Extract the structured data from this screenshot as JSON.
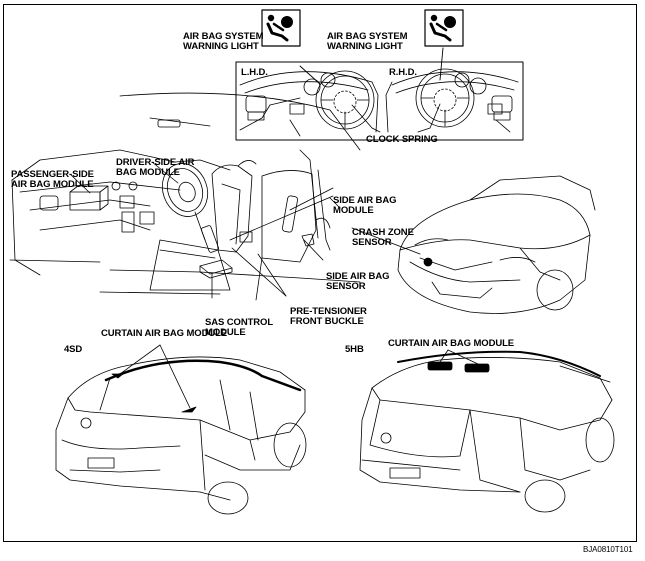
{
  "labels": {
    "warning_light_lhd_1": "AIR BAG SYSTEM",
    "warning_light_lhd_2": "WARNING LIGHT",
    "warning_light_rhd_1": "AIR BAG SYSTEM",
    "warning_light_rhd_2": "WARNING LIGHT",
    "lhd": "L.H.D.",
    "rhd": "R.H.D.",
    "clock_spring": "CLOCK SPRING",
    "passenger_1": "PASSENGER-SIDE",
    "passenger_2": "AIR BAG MODULE",
    "driver_1": "DRIVER-SIDE AIR",
    "driver_2": "BAG MODULE",
    "side_module_1": "SIDE AIR BAG",
    "side_module_2": "MODULE",
    "crash_1": "CRASH ZONE",
    "crash_2": "SENSOR",
    "side_sensor_1": "SIDE AIR BAG",
    "side_sensor_2": "SENSOR",
    "pretensioner_1": "PRE-TENSIONER",
    "pretensioner_2": "FRONT BUCKLE",
    "sas_1": "SAS CONTROL",
    "sas_2": "MODULE",
    "curtain_4sd": "CURTAIN AIR BAG MODULE",
    "curtain_5hb": "CURTAIN AIR BAG MODULE",
    "model_4sd": "4SD",
    "model_5hb": "5HB",
    "figure_code": "BJA0810T101"
  }
}
